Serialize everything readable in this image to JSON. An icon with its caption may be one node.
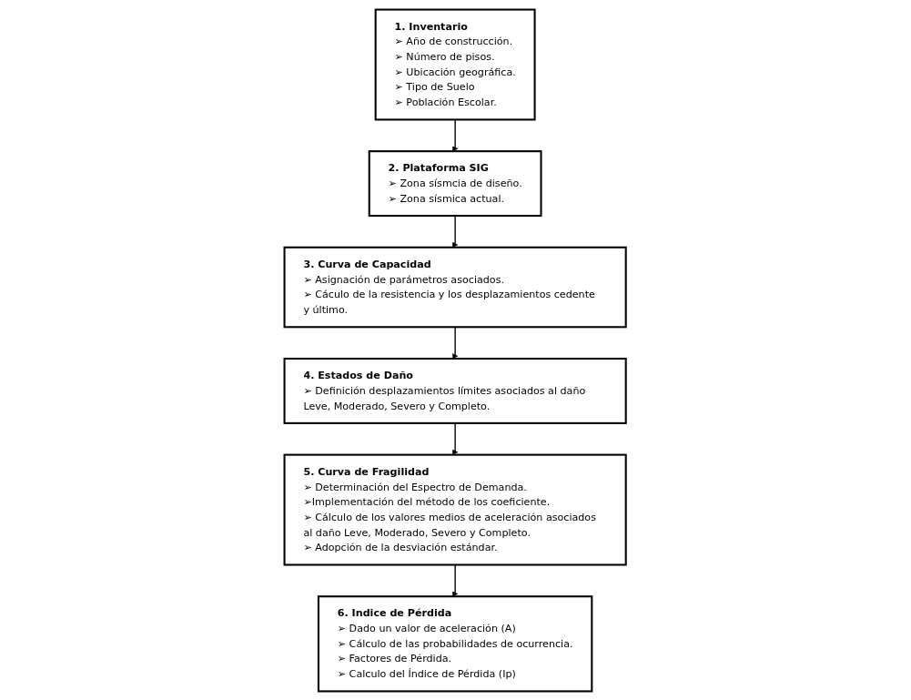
{
  "diagram": {
    "nodes": [
      {
        "text": [
          "1. Inventario",
          "➢ Año de construcción.",
          "➢ Número de pisos.",
          "➢ Ubicación geográfica.",
          "➢ Tipo de Suelo",
          "➢ Población Escolar."
        ]
      },
      {
        "text": [
          "2. Plataforma SIG",
          "➢ Zona sísmcia de diseño.",
          "➢ Zona sísmica actual."
        ]
      },
      {
        "text": [
          "3. Curva de Capacidad",
          "➢ Asignación de parámetros asociados.",
          "➢ Cáculo de la resistencia y los desplazamientos cedente y último."
        ]
      },
      {
        "text": [
          "4. Estados de Daño",
          "➢ Definición desplazamientos límites asociados al daño Leve, Moderado, Severo y Completo."
        ]
      },
      {
        "text": [
          "5. Curva de Fragilidad",
          "➢ Determinación del Espectro de Demanda.",
          "➢Implementación del método de los coeficiente.",
          "➢ Cálculo de los valores medios de aceleración asociados al daño Leve, Moderado, Severo y Completo.",
          "➢ Adopción de la desviación estándar."
        ]
      },
      {
        "text": [
          "6. Indice de Pérdida",
          "➢ Dado un valor de aceleración (A)",
          "➢ Cálculo de las probabilidades de ocurrencia.",
          "➢ Factores de Pérdida.",
          "➢ Calculo del Índice de Pérdida (Ip)"
        ]
      }
    ],
    "edges": [
      {
        "from": 0,
        "to": 1,
        "arrow": "to"
      },
      {
        "from": 1,
        "to": 2,
        "arrow": "to"
      },
      {
        "from": 2,
        "to": 3,
        "arrow": "to"
      },
      {
        "from": 3,
        "to": 4,
        "arrow": "to"
      },
      {
        "from": 4,
        "to": 5,
        "arrow": "to"
      }
    ]
  }
}
